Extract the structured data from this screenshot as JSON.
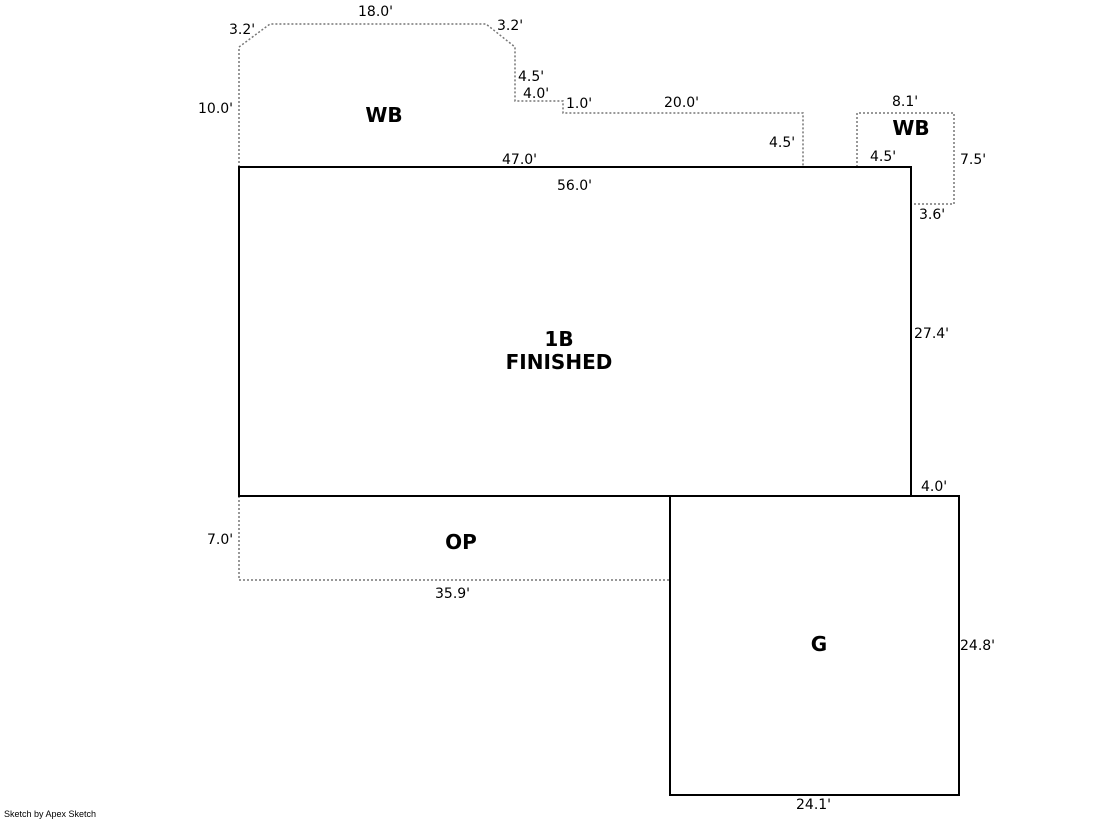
{
  "areas": {
    "main": {
      "line1": "1B",
      "line2": "FINISHED"
    },
    "wb_left": "WB",
    "wb_right": "WB",
    "porch": "OP",
    "garage": "G"
  },
  "dims": {
    "wb_left_diag_left": "3.2'",
    "wb_left_top": "18.0'",
    "wb_left_diag_right": "3.2'",
    "wb_left_side": "10.0'",
    "wb_left_step_down": "4.5'",
    "wb_left_step_across": "4.0'",
    "wb_left_step_small": "1.0'",
    "wb_left_run": "20.0'",
    "wb_left_right_side": "4.5'",
    "wb_left_bottom": "47.0'",
    "main_top": "56.0'",
    "main_right": "27.4'",
    "wb_right_top": "8.1'",
    "wb_right_left": "4.5'",
    "wb_right_right": "7.5'",
    "wb_right_bottom": "3.6'",
    "garage_offset": "4.0'",
    "porch_side": "7.0'",
    "porch_bottom": "35.9'",
    "garage_right": "24.8'",
    "garage_bottom": "24.1'"
  },
  "credit": "Sketch by Apex Sketch"
}
